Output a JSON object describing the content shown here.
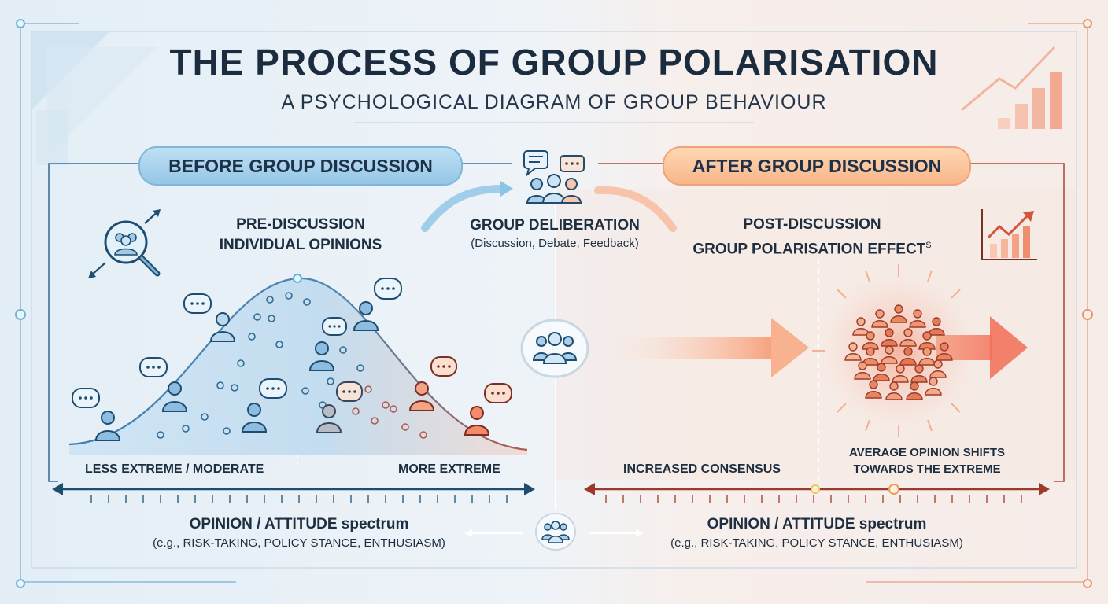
{
  "title": "THE PROCESS OF GROUP POLARISATION",
  "subtitle": "A PSYCHOLOGICAL DIAGRAM OF GROUP BEHAVIOUR",
  "before": {
    "header": "BEFORE GROUP DISCUSSION",
    "section_title_line1": "PRE-DISCUSSION",
    "section_title_line2": "INDIVIDUAL OPINIONS",
    "axis_left": "LESS EXTREME / MODERATE",
    "axis_right": "MORE EXTREME",
    "spectrum_title": "OPINION / ATTITUDE spectrum",
    "spectrum_sub": "(e.g., RISK-TAKING, POLICY STANCE, ENTHUSIASM)"
  },
  "deliberation": {
    "title": "GROUP DELIBERATION",
    "subtitle": "(Discussion, Debate, Feedback)"
  },
  "after": {
    "header": "AFTER GROUP DISCUSSION",
    "section_title_line1": "POST-DISCUSSION",
    "section_title_line2": "GROUP POLARISATION EFFECT",
    "section_title_sup": "S",
    "axis_left": "INCREASED CONSENSUS",
    "shift_line1": "AVERAGE OPINION SHIFTS",
    "shift_line2": "TOWARDS THE EXTREME",
    "spectrum_title": "OPINION / ATTITUDE spectrum",
    "spectrum_sub": "(e.g., RISK-TAKING, POLICY STANCE, ENTHUSIASM)"
  },
  "icons": {
    "deliberation": "group-chat-icon",
    "center": "group-icon",
    "search": "magnifier-people-icon",
    "chart": "rising-chart-icon",
    "bottom": "group-icon"
  },
  "colors": {
    "before_accent": "#4f8fc0",
    "after_accent": "#e07a55",
    "dark_blue": "#1e4a6b",
    "dark_red": "#9c3b2c"
  }
}
